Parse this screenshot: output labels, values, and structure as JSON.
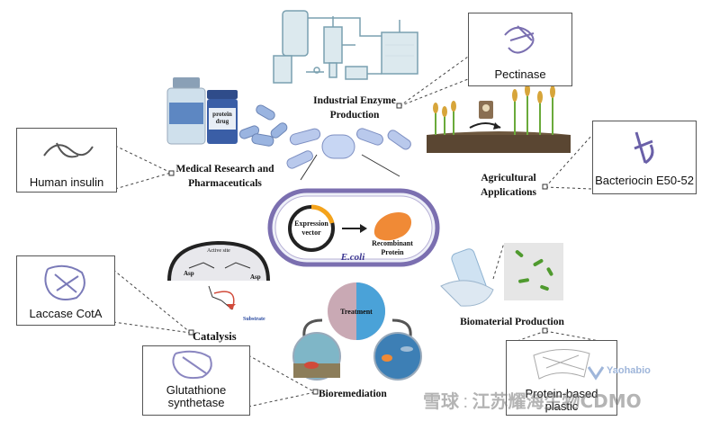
{
  "center": {
    "expression_vector": "Expression vector",
    "recombinant_protein": "Recombinant Protein",
    "host": "E.coli"
  },
  "applications": {
    "industrial": "Industrial Enzyme Production",
    "medical": "Medical Research and Pharmaceuticals",
    "agricultural": "Agricultural Applications",
    "catalysis": "Catalysis",
    "bioremediation": "Bioremediation",
    "biomaterial": "Biomaterial Production"
  },
  "proteins": {
    "pectinase": "Pectinase",
    "human_insulin": "Human insulin",
    "bacteriocin": "Bacteriocin E50-52",
    "laccase": "Laccase CotA",
    "glutathione": "Glutathione synthetase",
    "protein_plastic": "Protein-based plastic"
  },
  "labels": {
    "protein_drug": "protein drug",
    "active_site": "Active site",
    "asp": "Asp",
    "substrate": "Substrate",
    "treatment": "Treatment"
  },
  "watermark": {
    "platform": "雪球",
    "account": "江苏耀海生物CDMO",
    "logo_text": "Yaohabio"
  },
  "colors": {
    "ecoli_ring": "#7b6fb0",
    "vector_arrow": "#f4a31b",
    "protein": "#f08a36",
    "pill_blue": "#9ab4e0",
    "plant_green": "#6aaa3a",
    "soil": "#5a4632",
    "water": "#7fb6c7"
  }
}
